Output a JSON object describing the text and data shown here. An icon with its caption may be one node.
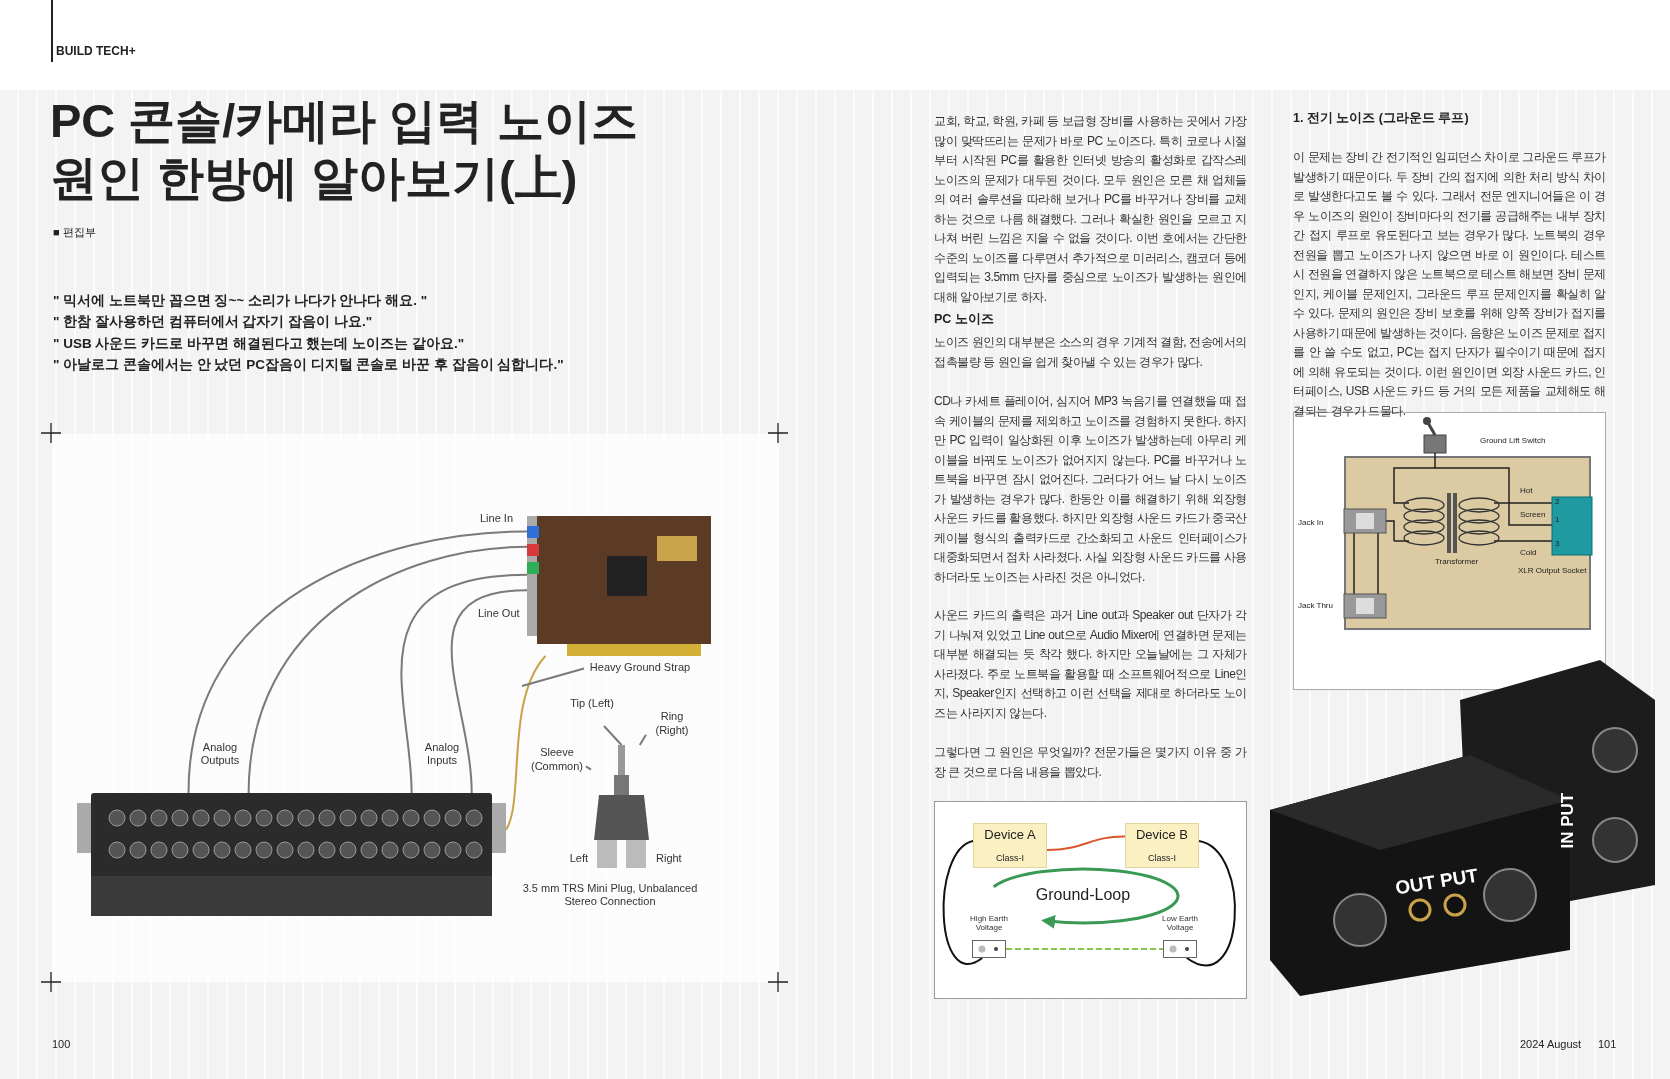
{
  "diagram": {
    "title": "PC 콘솔/카메라 입력 노이즈 원인 한방에 알아보기(上)",
    "nodes": [
      {
        "text": [],
        "shape": "picture",
        "beside": [
          "Analog Outputs",
          "Analog Inputs"
        ]
      },
      {
        "text": [],
        "shape": "picture",
        "beside": [
          "Line In",
          "Line Out"
        ]
      },
      {
        "text": [],
        "shape": "picture",
        "beside": [
          "Left",
          "Right",
          "3.5 mm TRS Mini Plug, Unbalanced Stereo Connection"
        ]
      },
      {
        "text": [
          "Tip (Left)"
        ]
      },
      {
        "text": [
          "Ring (Right)"
        ]
      },
      {
        "text": [
          "Sleeve (Common)"
        ]
      },
      {
        "text": [
          "Heavy Ground Strap"
        ]
      },
      {
        "text": [
          "Device A",
          "Class-I"
        ]
      },
      {
        "text": [
          "Device B",
          "Class-I"
        ]
      },
      {
        "text": [],
        "shape": "box",
        "beside": [
          "High Earth Voltage"
        ]
      },
      {
        "text": [],
        "shape": "box",
        "beside": [
          "Low Earth Voltage"
        ]
      }
    ],
    "edges": [
      {
        "from": 0,
        "to": 1,
        "arrow": "none"
      },
      {
        "from": 0,
        "to": 1,
        "arrow": "none"
      },
      {
        "from": 0,
        "to": 1,
        "arrow": "none"
      },
      {
        "from": 0,
        "to": 1,
        "arrow": "none"
      },
      {
        "from": 0,
        "to": 1,
        "arrow": "none",
        "color": "#c9a24a"
      },
      {
        "from": 6,
        "to": null,
        "arrow": "none"
      },
      {
        "from": 3,
        "to": 2,
        "arrow": "none"
      },
      {
        "from": 4,
        "to": 2,
        "arrow": "none"
      },
      {
        "from": 5,
        "to": 2,
        "arrow": "none"
      },
      {
        "from": 7,
        "to": 8,
        "arrow": "none",
        "color": "#d9552b"
      },
      {
        "from": 7,
        "to": 9,
        "arrow": "none",
        "color": "#111111"
      },
      {
        "from": 8,
        "to": 10,
        "arrow": "none",
        "color": "#111111"
      },
      {
        "from": 9,
        "to": 10,
        "arrow": "none",
        "style": "dashed",
        "color": "#8bc34a"
      }
    ],
    "labels": [
      "BUILD TECH+",
      "■ 편집부",
      "\" 믹서에 노트북만 꼽으면 징~~ 소리가 나다가 안나다 해요. \"",
      "\" 한참 잘사용하던 컴퓨터에서 갑자기 잡음이 나요.\"",
      "\" USB 사운드 카드로 바꾸면 해결된다고 했는데 노이즈는 같아요.\"",
      "\" 아날로그 콘솔에서는 안 났던 PC잡음이 디지털 콘솔로 바꾼 후 잡음이 심합니다.\"",
      "교회, 학교, 학원, 카페 등 보급형 장비를 사용하는 곳에서 가장 많이 맞딱뜨리는 문제가 바로 PC 노이즈다. 특히 코로나 시절부터 시작된 PC를 활용한 인터넷 방송의 활성화로 갑작스레 노이즈의 문제가 대두된 것이다. 모두 원인은 모른 채 업체들의 여러 솔루션을 따라해 보거나 PC를 바꾸거나 장비를 교체하는 것으로 나름 해결했다. 그러나 확실한 원인을 모르고 지나쳐 버린 느낌은 지울 수 없을 것이다. 이번 호에서는 간단한 수준의 노이즈를 다루면서 추가적으로 미러리스, 캠코더 등에 입력되는 3.5mm 단자를 중심으로 노이즈가 발생하는 원인에 대해 알아보기로 하자.",
      "PC 노이즈",
      "노이즈 원인의 대부분은 소스의 경우 기계적 결함, 전송에서의 접촉불량 등 원인을 쉽게 찾아낼 수 있는 경우가 많다.",
      "CD나 카세트 플레이어, 심지어 MP3 녹음기를 연결했을 때 접속 케이블의 문제를 제외하고 노이즈를 경험하지 못한다. 하지만 PC 입력이 일상화된 이후 노이즈가 발생하는데 아무리 케이블을 바꿔도 노이즈가 없어지지 않는다. PC를 바꾸거나 노트북을 바꾸면 잠시 없어진다. 그러다가 어느 날 다시 노이즈가 발생하는 경우가 많다. 한동안 이를 해결하기 위해 외장형 사운드 카드를 활용했다. 하지만 외장형 사운드 카드가 중국산 케이블 형식의 출력카드로 간소화되고 사운드 인터페이스가 대중화되면서 점차 사라졌다. 사실 외장형 사운드 카드를 사용하더라도 노이즈는 사라진 것은 아니었다.",
      "사운드 카드의 출력은 과거 Line out과 Speaker out 단자가 각기 나눠져 있었고 Line out으로 Audio Mixer에 연결하면 문제는 대부분 해결되는 듯 착각 했다. 하지만 오늘날에는 그 자체가 사라졌다. 주로 노트북을 활용할 때 소프트웨어적으로 Line인지, Speaker인지 선택하고 이런 선택을 제대로 하더라도 노이즈는 사라지지 않는다.",
      "그렇다면 그 원인은 무엇일까? 전문가들은 몇가지 이유 중 가장 큰 것으로 다음 내용을 뽑았다.",
      "Ground-Loop",
      "1. 전기 노이즈 (그라운드 루프)",
      "이 문제는 장비 간 전기적인 임피던스 차이로 그라운드 루프가 발생하기 때문이다. 두 장비 간의 접지에 의한 처리 방식 차이로 발생한다고도 볼 수 있다. 그래서 전문 엔지니어들은 이 경우 노이즈의 원인이 장비마다의 전기를 공급해주는 내부 장치 간 접지 루프로 유도된다고 보는 경우가 많다. 노트북의 경우 전원을 뽑고 노이즈가 나지 않으면 바로 이 원인이다. 테스트 시 전원을 연결하지 않은 노트북으로 테스트 해보면 장비 문제인지, 케이블 문제인지, 그라운드 루프 문제인지를 확실히 알 수 있다. 문제의 원인은 장비 보호를 위해 양쪽 장비가 접지를 사용하기 때문에 발생하는 것이다. 음향은 노이즈 문제로 접지를 안 쓸 수도 없고, PC는 접지 단자가 필수이기 때문에 접지에 의해 유도되는 것이다. 이런 원인이면 외장 사운드 카드, 인터페이스, USB 사운드 카드 등 거의 모든 제품을 교체해도 해결되는 경우가 드물다.",
      "Ground Lift Switch",
      "Jack In",
      "Hot",
      "Screen",
      "2",
      "1",
      "3",
      "Cold",
      "Transformer",
      "XLR Output Socket",
      "Jack Thru",
      "OUT PUT",
      "IN PUT",
      "100",
      "2024 August",
      "101"
    ]
  }
}
